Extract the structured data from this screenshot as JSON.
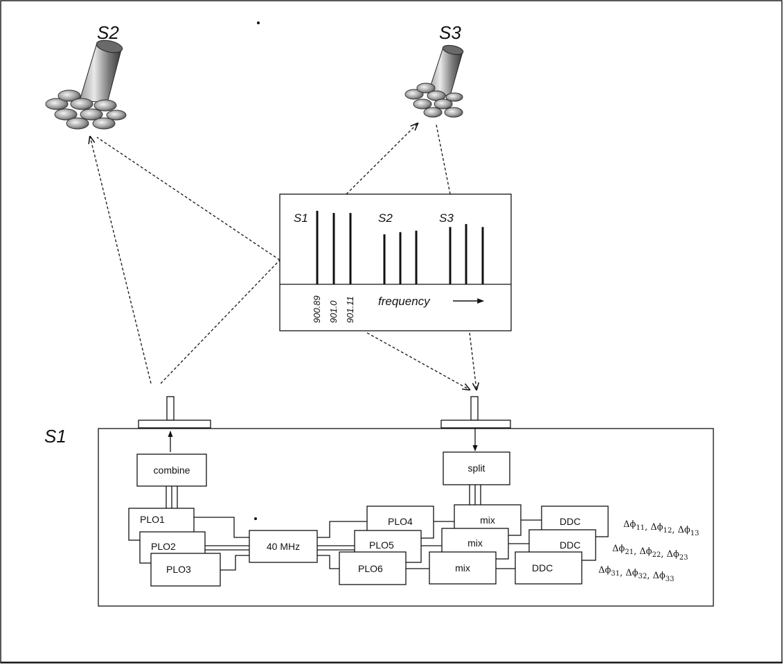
{
  "labels": {
    "s1": "S1",
    "s2": "S2",
    "s3": "S3",
    "combine": "combine",
    "split": "split",
    "plo1": "PLO1",
    "plo2": "PLO2",
    "plo3": "PLO3",
    "plo4": "PLO4",
    "plo5": "PLO5",
    "plo6": "PLO6",
    "osc": "40 MHz",
    "mix": "mix",
    "ddc": "DDC"
  },
  "spectrum": {
    "groups": [
      {
        "name": "S1",
        "heights": [
          1.0,
          0.97,
          0.97
        ]
      },
      {
        "name": "S2",
        "heights": [
          0.68,
          0.71,
          0.73
        ]
      },
      {
        "name": "S3",
        "heights": [
          0.78,
          0.82,
          0.78
        ]
      }
    ],
    "ticks": [
      "900.89",
      "901.0",
      "901.11"
    ],
    "axis_label": "frequency"
  },
  "phases": [
    "Δϕ11, Δϕ12, Δϕ13",
    "Δϕ21, Δϕ22, Δϕ23",
    "Δϕ31, Δϕ32, Δϕ33"
  ]
}
